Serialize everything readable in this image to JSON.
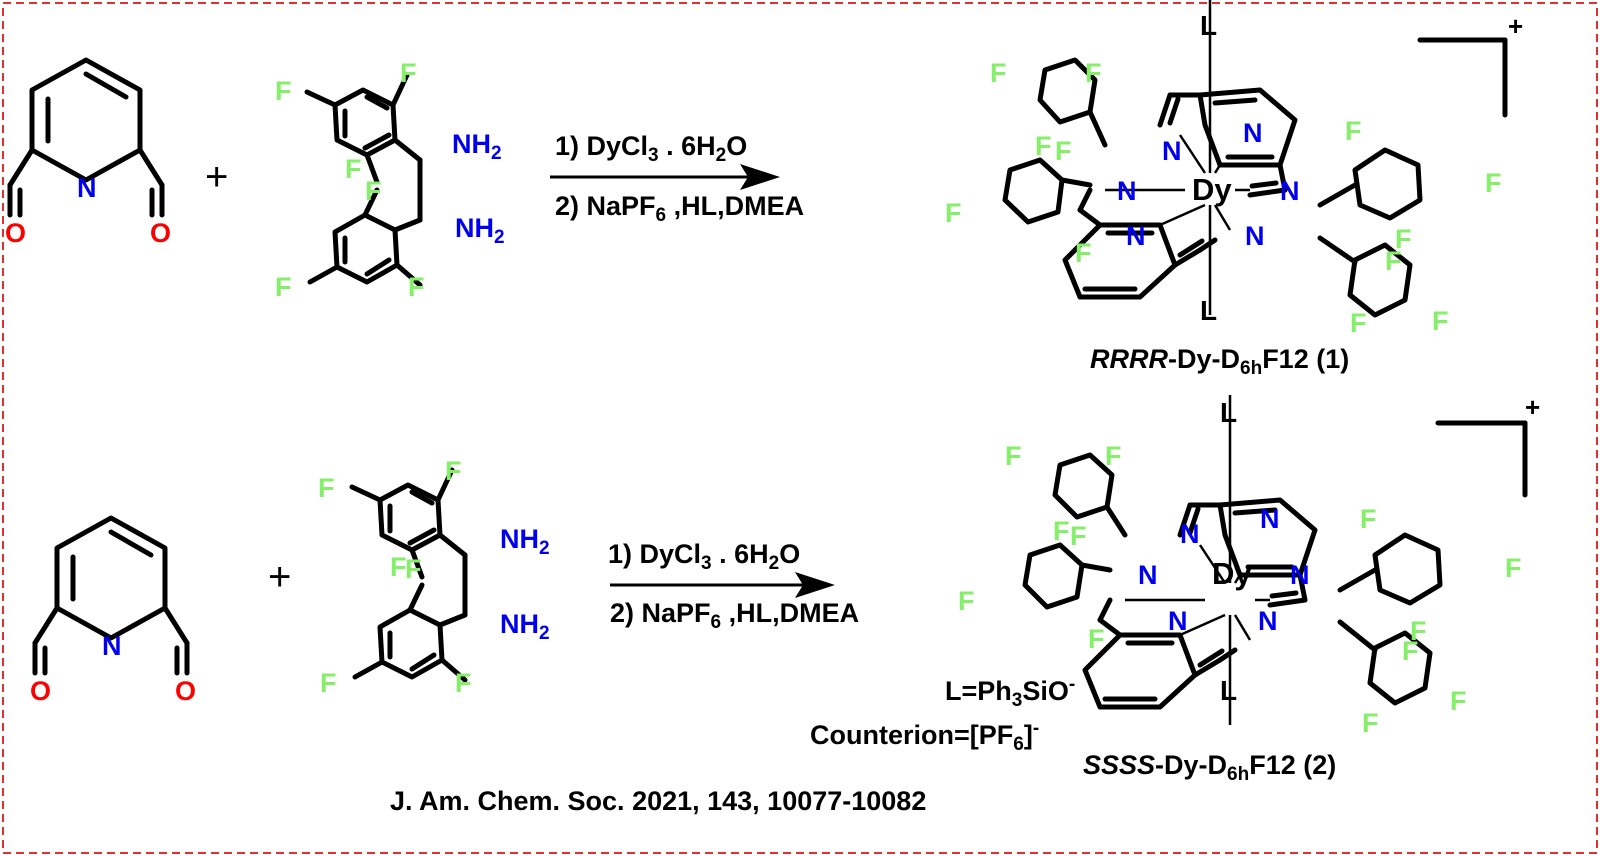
{
  "reaction_1": {
    "plus": "+",
    "amine_N1": "NH",
    "amine_N1_sub": "2",
    "amine_N2": "NH",
    "amine_N2_sub": "2",
    "step1_prefix": "1)  DyCl",
    "step1_sub": "3",
    "step1_mid": " . 6H",
    "step1_sub2": "2",
    "step1_end": "O",
    "step2_prefix": "2)  NaPF",
    "step2_sub": "6",
    "step2_end": " ,HL,DMEA",
    "charge": "+",
    "product_stereo": "RRRR",
    "product_mid": "-Dy-D",
    "product_sub": "6h",
    "product_end": "F12 (1)"
  },
  "reaction_2": {
    "plus": "+",
    "amine_N1": "NH",
    "amine_N1_sub": "2",
    "amine_N2": "NH",
    "amine_N2_sub": "2",
    "step1_prefix": "1)  DyCl",
    "step1_sub": "3",
    "step1_mid": " . 6H",
    "step1_sub2": "2",
    "step1_end": "O",
    "step2_prefix": "2)  NaPF",
    "step2_sub": "6",
    "step2_end": " ,HL,DMEA",
    "charge": "+",
    "product_stereo": "SSSS",
    "product_mid": "-Dy-D",
    "product_sub": "6h",
    "product_end": "F12 (2)"
  },
  "atoms": {
    "F": "F",
    "N": "N",
    "O": "O",
    "Dy": "Dy",
    "L": "L"
  },
  "ligand_def": {
    "prefix": "L=Ph",
    "sub": "3",
    "mid": "SiO",
    "sup": "-"
  },
  "counterion": {
    "prefix": "Counterion=[PF",
    "sub": "6",
    "mid": "]",
    "sup": "-"
  },
  "citation": "J. Am. Chem. Soc. 2021, 143, 10077-10082",
  "colors": {
    "fluorine": "#86ef6a",
    "nitrogen": "#0000ee",
    "oxygen": "#ff0000",
    "border": "#e03030"
  }
}
